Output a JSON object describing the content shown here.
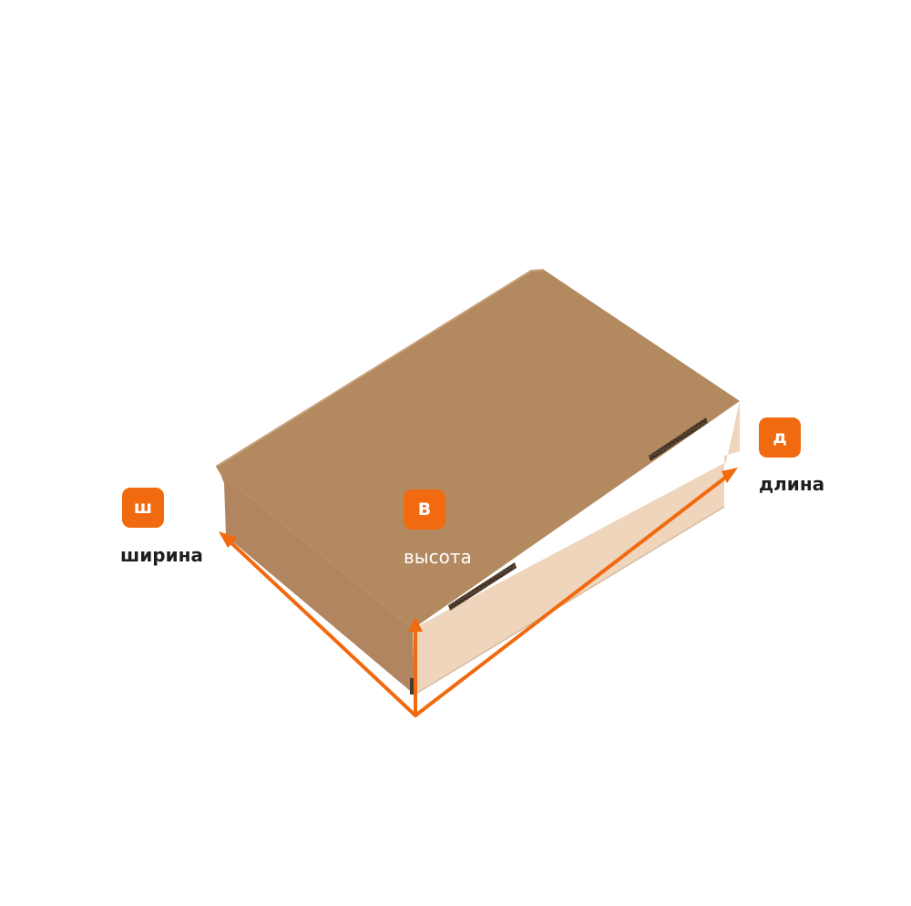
{
  "colors": {
    "accent": "#f26a10",
    "box_top": "#b2875f",
    "box_front": "#b58b63",
    "box_side": "#eed5bc",
    "corrugation": "#4b3a2c"
  },
  "dimensions": {
    "width": {
      "badge": "ш",
      "label": "ширина"
    },
    "height": {
      "badge": "В",
      "label": "высота"
    },
    "length": {
      "badge": "д",
      "label": "длина"
    }
  }
}
